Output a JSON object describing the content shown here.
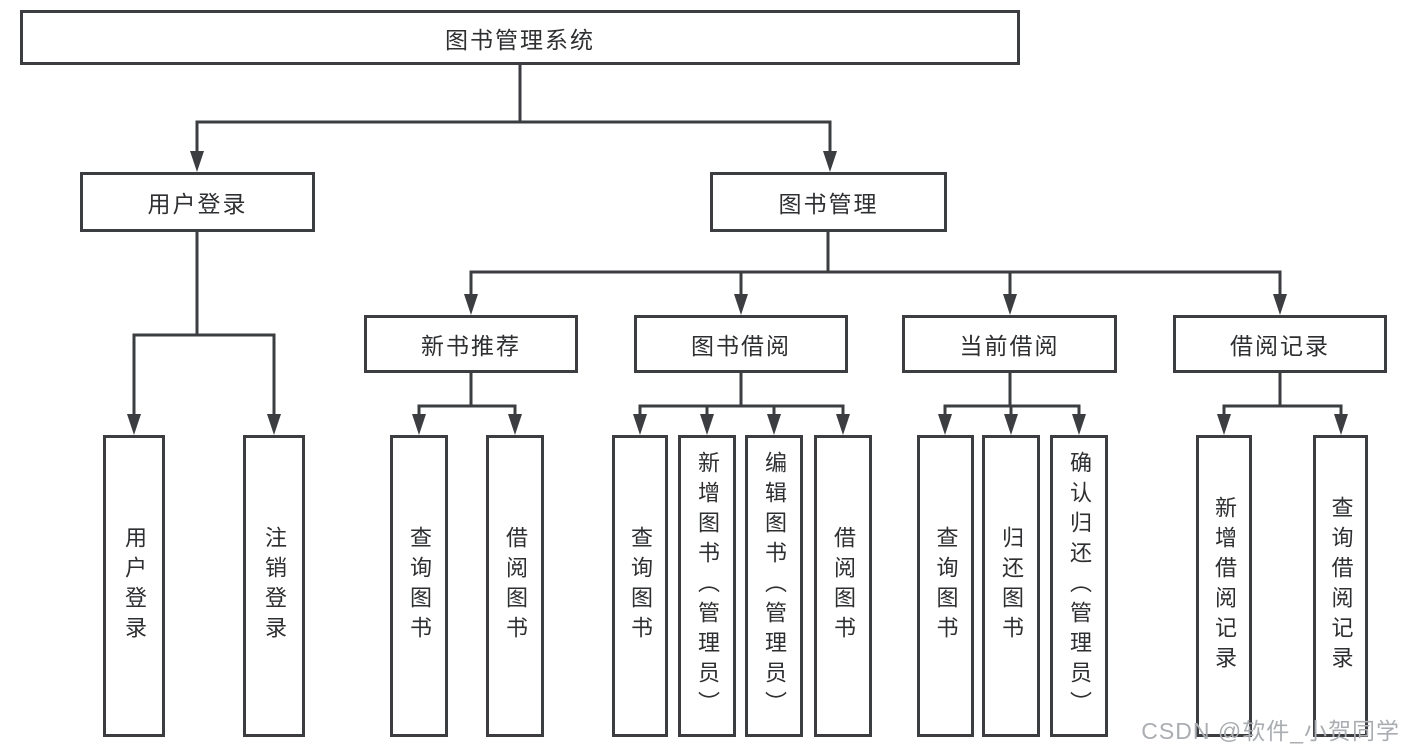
{
  "tree": {
    "root": {
      "label": "图书管理系统",
      "children": [
        {
          "label": "用户登录",
          "children": [
            {
              "label": "用户登录"
            },
            {
              "label": "注销登录"
            }
          ]
        },
        {
          "label": "图书管理",
          "children": [
            {
              "label": "新书推荐",
              "children": [
                {
                  "label": "查询图书"
                },
                {
                  "label": "借阅图书"
                }
              ]
            },
            {
              "label": "图书借阅",
              "children": [
                {
                  "label": "查询图书"
                },
                {
                  "label": "新增图书（管理员）"
                },
                {
                  "label": "编辑图书（管理员）"
                },
                {
                  "label": "借阅图书"
                }
              ]
            },
            {
              "label": "当前借阅",
              "children": [
                {
                  "label": "查询图书"
                },
                {
                  "label": "归还图书"
                },
                {
                  "label": "确认归还（管理员）"
                }
              ]
            },
            {
              "label": "借阅记录",
              "children": [
                {
                  "label": "新增借阅记录"
                },
                {
                  "label": "查询借阅记录"
                }
              ]
            }
          ]
        }
      ]
    }
  },
  "watermark": {
    "text": "CSDN @软件_小贺同学"
  },
  "colors": {
    "line": "#3b3d40",
    "text": "#2e2f31",
    "watermark": "#aaadb1",
    "background": "#ffffff"
  }
}
